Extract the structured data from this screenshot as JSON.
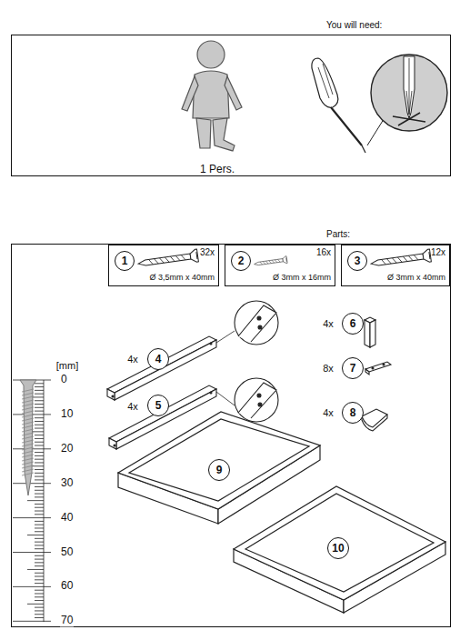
{
  "diagram": {
    "nodes": [
      {
        "text": [
          "You will need:",
          "1 Pers."
        ]
      },
      {
        "text": [
          "Parts:"
        ]
      },
      {
        "text": [
          "1",
          "32x",
          "Ø 3,5mm x 40mm"
        ],
        "in": 1
      },
      {
        "text": [
          "2",
          "16x",
          "Ø 3mm x 16mm"
        ],
        "in": 1
      },
      {
        "text": [
          "3",
          "12x",
          "Ø 3mm x 40mm"
        ],
        "in": 1
      }
    ],
    "labels": [
      "4x",
      "4",
      "4x",
      "5",
      "4x",
      "6",
      "8x",
      "7",
      "4x",
      "8",
      "9",
      "10",
      "[mm]",
      "0",
      "10",
      "20",
      "30",
      "40",
      "50",
      "60",
      "70"
    ]
  }
}
